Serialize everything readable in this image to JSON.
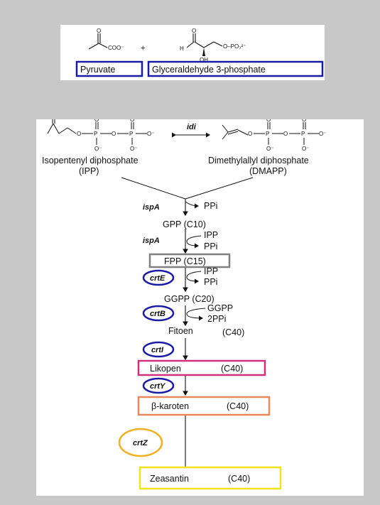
{
  "top": {
    "pyruvate_label": "Pyruvate",
    "g3p_label": "Glyceraldehyde 3-phosphate",
    "plus": "+",
    "coo": "COO⁻",
    "h": "H",
    "oh": "OH",
    "opo3": "O–PO₃²⁻"
  },
  "precursors": {
    "enzyme_idi": "idi",
    "ipp_name": "Isopentenyl diphosphate",
    "ipp_abbr": "(IPP)",
    "dmapp_name": "Dimethylallyl diphosphate",
    "dmapp_abbr": "(DMAPP)"
  },
  "pathway": {
    "ispA_1": "ispA",
    "ppi_1": "PPi",
    "gpp": "GPP (C10)",
    "ispA_2": "ispA",
    "ipp_2": "IPP",
    "ppi_2": "PPi",
    "fpp": "FPP (C15)",
    "crtE": "crtE",
    "ipp_3": "IPP",
    "ppi_3": "PPi",
    "ggpp": "GGPP (C20)",
    "crtB": "crtB",
    "ggpp_in": "GGPP",
    "ppi_4": "2PPi",
    "fitoen": "Fitoen",
    "fitoen_c": "(C40)",
    "crtI": "crtI",
    "likopen": "Likopen",
    "likopen_c": "(C40)",
    "crtY": "crtY",
    "karoten": "β-karoten",
    "karoten_c": "(C40)",
    "crtZ": "crtZ",
    "zeasantin": "Zeasantin",
    "zeasantin_c": "(C40)"
  },
  "colors": {
    "blue": "#1a1aa8",
    "gray": "#808080",
    "magenta": "#d0307a",
    "orange": "#e8875a",
    "yellow": "#f2e21c",
    "gold": "#f0b020"
  },
  "icons": [
    "phosphate-o-icon",
    "equilibrium-arrow-icon",
    "down-arrow-icon"
  ]
}
